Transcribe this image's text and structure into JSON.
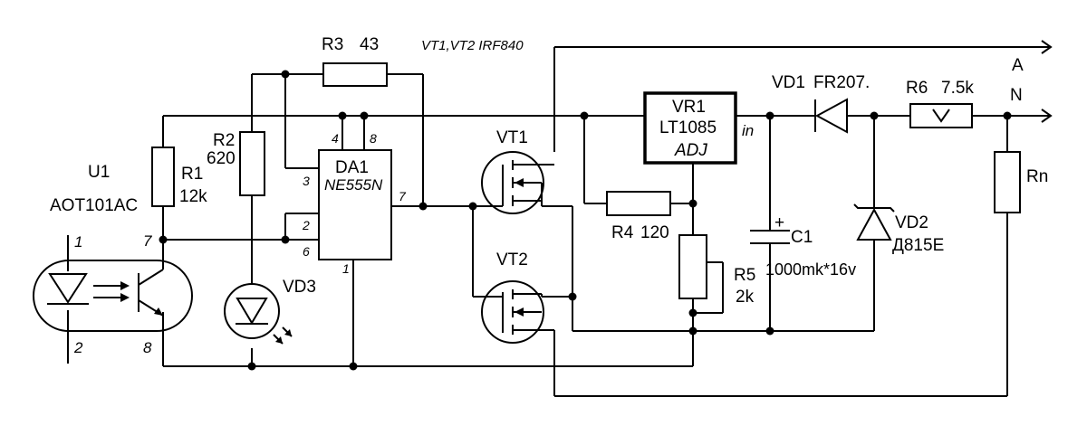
{
  "labels": {
    "u1_ref": "U1",
    "u1_part": "AOT101AC",
    "u1_pin1": "1",
    "u1_pin2": "2",
    "u1_pin7": "7",
    "u1_pin8": "8",
    "r1_ref": "R1",
    "r1_val": "12k",
    "r2_ref": "R2",
    "r2_val": "620",
    "r3_ref": "R3",
    "r3_val": "43",
    "vt_note": "VT1,VT2  IRF840",
    "da1_ref": "DA1",
    "da1_part": "NE555N",
    "da1_pin4": "4",
    "da1_pin8": "8",
    "da1_pin3": "3",
    "da1_pin2": "2",
    "da1_pin6": "6",
    "da1_pin1": "1",
    "da1_pin7": "7",
    "vd3_ref": "VD3",
    "vt1_ref": "VT1",
    "vt2_ref": "VT2",
    "vr1_ref": "VR1",
    "vr1_part": "LT1085",
    "vr1_adj": "ADJ",
    "vr1_in": "in",
    "r4_ref": "R4",
    "r4_val": "120",
    "r5_ref": "R5",
    "r5_val": "2k",
    "c1_ref": "C1",
    "c1_plus": "+",
    "c1_val": "1000mk*16v",
    "vd1_ref": "VD1",
    "vd1_part": "FR207.",
    "vd2_ref": "VD2",
    "vd2_part": "Д815Е",
    "r6_ref": "R6",
    "r6_val": "7.5k",
    "rn_ref": "Rn",
    "out_a": "A",
    "out_n": "N"
  }
}
